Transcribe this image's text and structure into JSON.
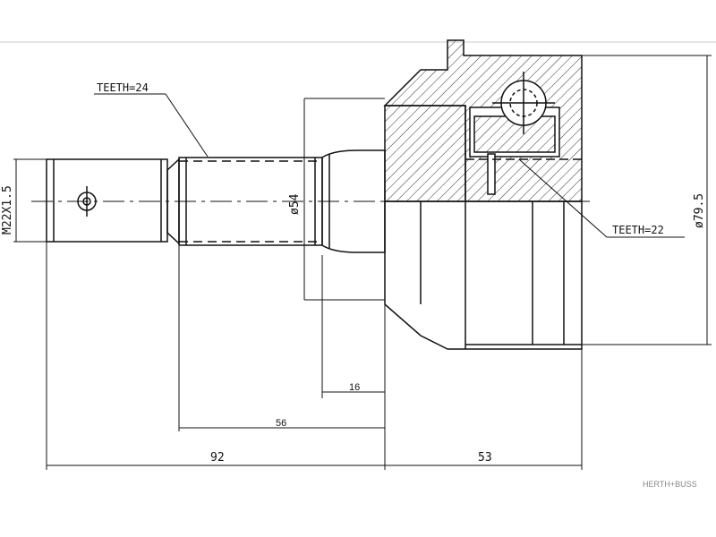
{
  "labels": {
    "teeth_spline": "TEETH=24",
    "teeth_inner": "TEETH=22",
    "thread": "M22X1.5",
    "shaft_diameter": "ø54",
    "bell_diameter": "ø79.5",
    "dim_16": "16",
    "dim_56": "56",
    "dim_92": "92",
    "dim_53": "53"
  },
  "brand": {
    "logo_text": "HERTH+BUSS"
  },
  "colors": {
    "line": "#111111",
    "hatch": "#333333",
    "logo": "#888888"
  }
}
